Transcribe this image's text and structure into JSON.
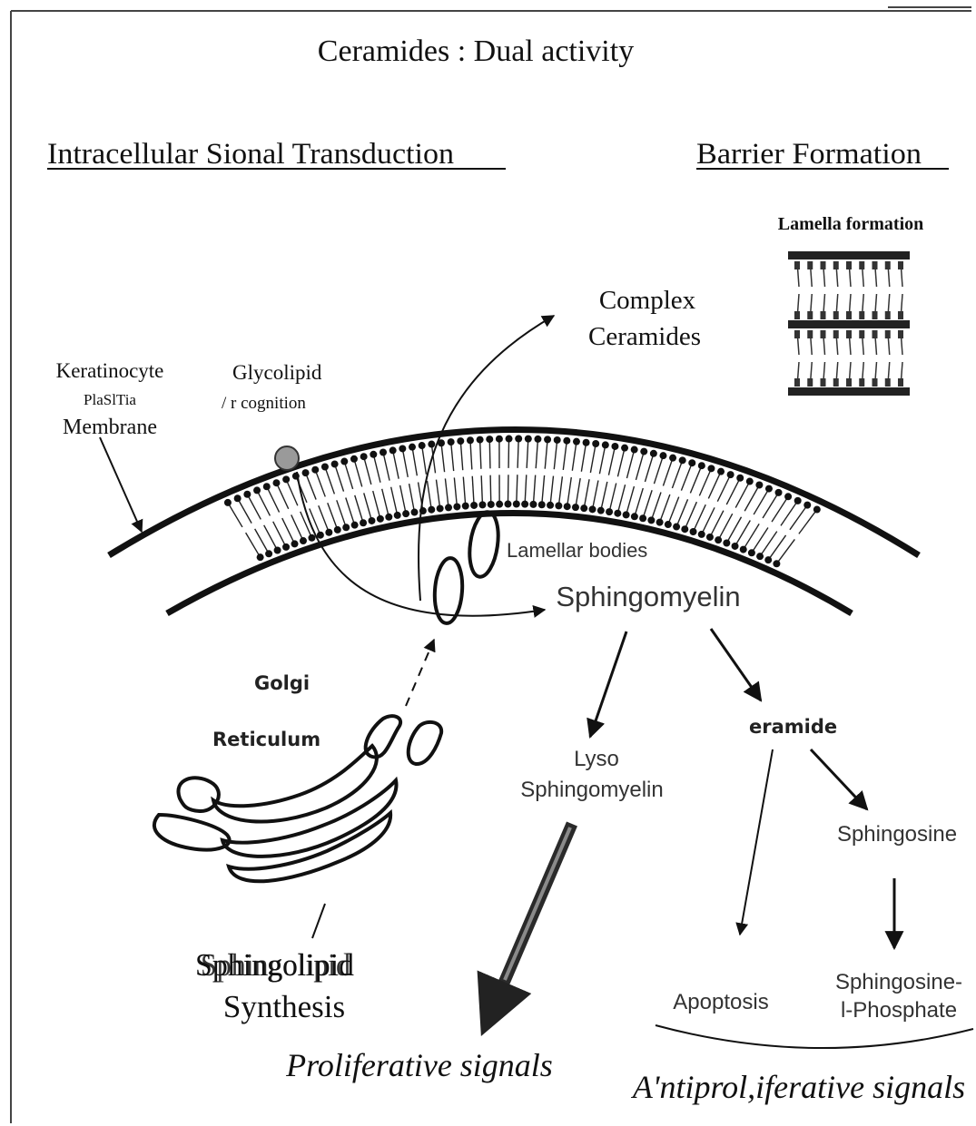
{
  "title": "Ceramides : Dual activity",
  "headings": {
    "left": "Intracellular Sional Transduction",
    "right": "Barrier Formation"
  },
  "lamella": {
    "label": "Lamella formation"
  },
  "labels": {
    "complex_line1": "Complex",
    "complex_line2": "Ceramides",
    "keratinocyte_line1": "Keratinocyte",
    "keratinocyte_line2": "PlaSlTia",
    "keratinocyte_line3": "Membrane",
    "glycolipid_line1": "Glycolipid",
    "glycolipid_line2": "/ r cognition",
    "lamellar_bodies": "Lamellar bodies",
    "sphingomyelin": "Sphingomyelin",
    "golgi": "Golgi",
    "reticulum": "Reticulum",
    "lyso_line1": "Lyso",
    "lyso_line2": "Sphingomyelin",
    "ceramide": "eramide",
    "sphingosine": "Sphingosine",
    "sphingolipid_a": "Sphingolipid",
    "sphingolipid_b": "Sphingolipid",
    "synthesis": "Synthesis",
    "apoptosis": "Apoptosis",
    "s1p_line1": "Sphingosine-",
    "s1p_line2": "l-Phosphate",
    "proliferative": "Proliferative signals",
    "antiproliferative": "A'ntiprol,iferative signals"
  }
}
